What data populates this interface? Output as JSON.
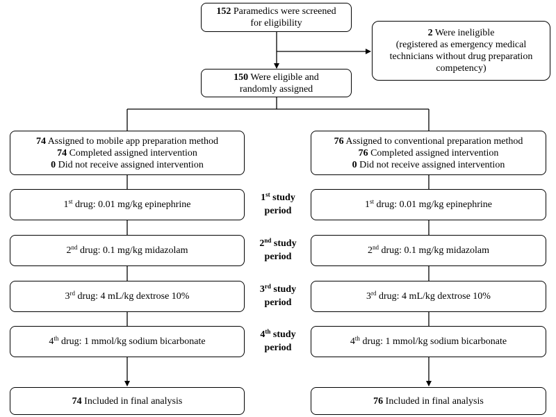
{
  "screen": {
    "count": "152",
    "text_line1": "Paramedics were screened",
    "text_line2": "for eligibility"
  },
  "ineligible": {
    "count": "2",
    "text": "Were ineligible",
    "detail_line1": "(registered as emergency medical",
    "detail_line2": "technicians without drug preparation",
    "detail_line3": "competency)"
  },
  "eligible": {
    "count": "150",
    "text_line1": "Were eligible and",
    "text_line2": "randomly assigned"
  },
  "arms": {
    "left": {
      "assigned_count": "74",
      "assigned_text": "Assigned to mobile app preparation method",
      "completed_count": "74",
      "completed_text": "Completed assigned intervention",
      "not_received_count": "0",
      "not_received_text": "Did not receive assigned intervention",
      "final_count": "74",
      "final_text": "Included in final analysis"
    },
    "right": {
      "assigned_count": "76",
      "assigned_text": "Assigned to conventional preparation method",
      "completed_count": "76",
      "completed_text": "Completed assigned intervention",
      "not_received_count": "0",
      "not_received_text": "Did not receive assigned intervention",
      "final_count": "76",
      "final_text": "Included in final analysis"
    }
  },
  "drugs": [
    {
      "ordinal": "1",
      "suffix": "st",
      "text": "drug: 0.01 mg/kg epinephrine"
    },
    {
      "ordinal": "2",
      "suffix": "nd",
      "text": "drug: 0.1 mg/kg midazolam"
    },
    {
      "ordinal": "3",
      "suffix": "rd",
      "text": "drug: 4 mL/kg dextrose 10%"
    },
    {
      "ordinal": "4",
      "suffix": "th",
      "text": "drug: 1 mmol/kg sodium bicarbonate"
    }
  ],
  "periods": [
    {
      "ordinal": "1",
      "suffix": "st",
      "word1": "study",
      "word2": "period"
    },
    {
      "ordinal": "2",
      "suffix": "nd",
      "word1": "study",
      "word2": "period"
    },
    {
      "ordinal": "3",
      "suffix": "rd",
      "word1": "study",
      "word2": "period"
    },
    {
      "ordinal": "4",
      "suffix": "th",
      "word1": "study",
      "word2": "period"
    }
  ]
}
